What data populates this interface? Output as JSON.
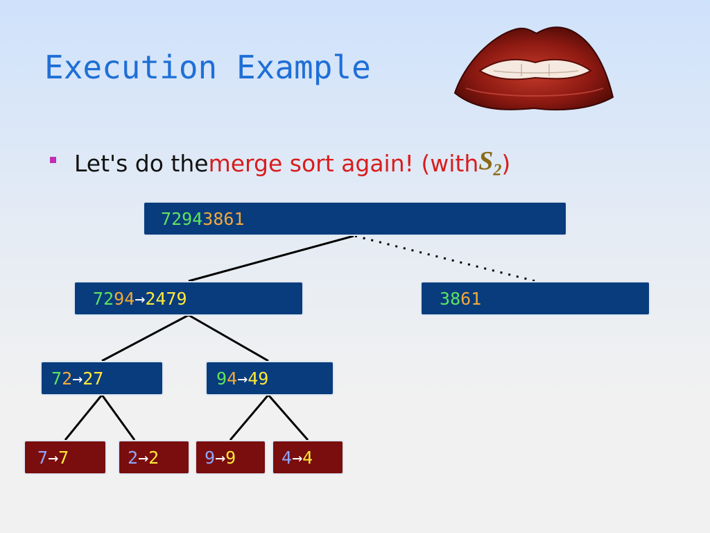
{
  "slide": {
    "title": "Execution Example",
    "bullet": {
      "text_plain": "Let's do the ",
      "text_red": "merge sort again! (with ",
      "s_symbol": "S",
      "s_subscript": "2",
      "close_paren": ")"
    }
  },
  "tree": {
    "root": {
      "digits": [
        "7",
        "2",
        "9",
        "4",
        "3",
        "8",
        "6",
        "1"
      ]
    },
    "left": {
      "input": [
        "7",
        "2",
        "9",
        "4"
      ],
      "arrow": "→",
      "output": [
        "2",
        "4",
        "7",
        "9"
      ]
    },
    "right": {
      "input": [
        "3",
        "8",
        "6",
        "1"
      ]
    },
    "ll": {
      "input": [
        "7",
        "2"
      ],
      "arrow": "→",
      "output": [
        "2",
        "7"
      ]
    },
    "lr": {
      "input": [
        "9",
        "4"
      ],
      "arrow": "→",
      "output": [
        "4",
        "9"
      ]
    },
    "leaves": [
      {
        "input": "7",
        "arrow": "→",
        "output": "7"
      },
      {
        "input": "2",
        "arrow": "→",
        "output": "2"
      },
      {
        "input": "9",
        "arrow": "→",
        "output": "9"
      },
      {
        "input": "4",
        "arrow": "→",
        "output": "4"
      }
    ]
  },
  "colors": {
    "title": "#1f6fd6",
    "highlight": "#d91c1c",
    "node_blue": "#083c7d",
    "node_maroon": "#7a0d0d",
    "bullet": "#c02fb5"
  },
  "images": {
    "decoration": "lips-image"
  }
}
